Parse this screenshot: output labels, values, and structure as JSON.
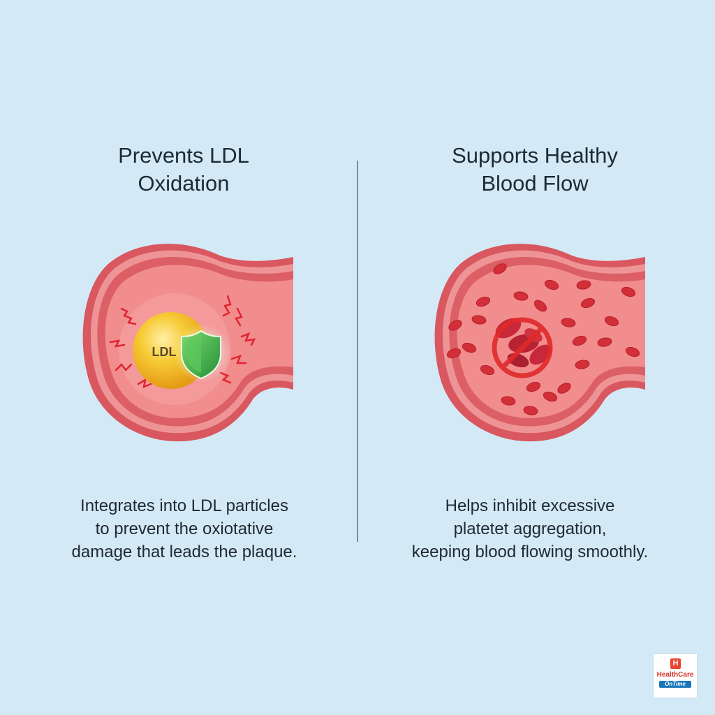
{
  "left_panel": {
    "title_lines": [
      "Prevents LDL",
      "Oxidation"
    ],
    "particle_label": "LDL",
    "description_lines": [
      "Integrates into LDL particles",
      "to prevent the oxiotative",
      "damage that leads the plaque."
    ]
  },
  "right_panel": {
    "title_lines": [
      "Supports Healthy",
      "Blood Flow"
    ],
    "description_lines": [
      "Helps inhibit excessive",
      "platetet aggregation,",
      "keeping blood flowing smoothly."
    ]
  },
  "logo": {
    "mark": "H",
    "name": "HealthCare",
    "tagline": "OnTime"
  },
  "colors": {
    "background": "#d3e9f6",
    "vessel_wall": "#e46e72",
    "vessel_inner": "#f08b8c",
    "red_blood_cell": "#d6323b",
    "ldl_particle": "#f6c12b",
    "shield": "#3aa84a",
    "no_symbol": "#e02a2a"
  }
}
